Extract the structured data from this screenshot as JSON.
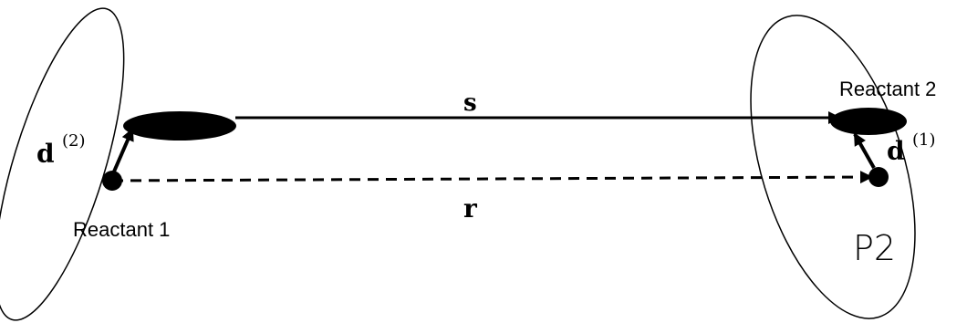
{
  "diagram": {
    "labels": {
      "reactant_1": "Reactant 1",
      "reactant_2": "Reactant 2",
      "vector_s": "s",
      "vector_r": "r",
      "vector_d2": "d",
      "vector_d2_superscript": "(2)",
      "vector_d1": "d",
      "vector_d1_superscript": "(1)",
      "p2": "P2"
    },
    "colors": {
      "stroke": "#000000",
      "fill": "#000000",
      "background": "#ffffff"
    }
  }
}
